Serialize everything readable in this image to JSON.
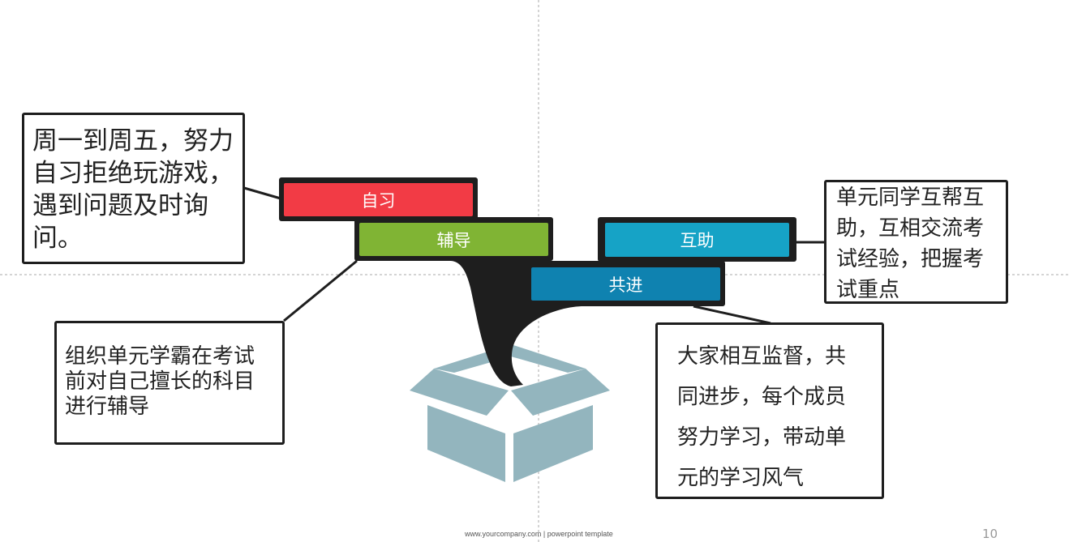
{
  "labels": {
    "zixi": "自习",
    "fudao": "辅导",
    "huzhu": "互助",
    "gongjin": "共进"
  },
  "boxes": {
    "zixi": "周一到周五，努力自习拒绝玩游戏，遇到问题及时询问。",
    "fudao": "组织单元学霸在考试前对自己擅长的科目进行辅导",
    "huzhu": "单元同学互帮互助，互相交流考试经验，把握考试重点",
    "gongjin": "大家相互监督，共同进步，每个成员努力学习，带动单元的学习风气"
  },
  "footer": "www.yourcompany.com | powerpoint template",
  "page_number": "10",
  "colors": {
    "zixi": "#F23B45",
    "fudao": "#80B434",
    "huzhu": "#16A3C6",
    "gongjin": "#0F82B0",
    "box_icon": "#93B5BE"
  }
}
